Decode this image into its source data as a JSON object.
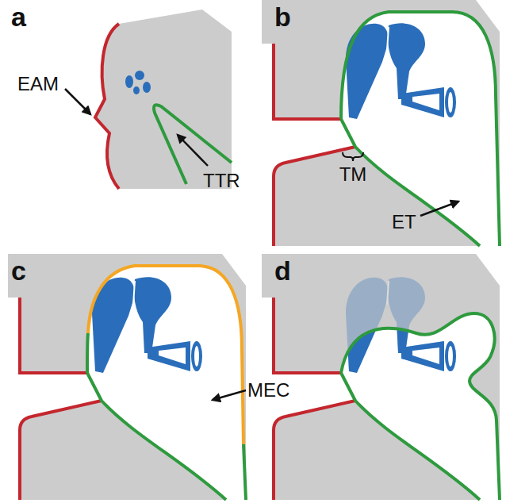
{
  "diagram": {
    "labels": [
      "a",
      "EAM",
      "TTR",
      "b",
      "TM",
      "ET",
      "c",
      "MEC",
      "d"
    ]
  }
}
